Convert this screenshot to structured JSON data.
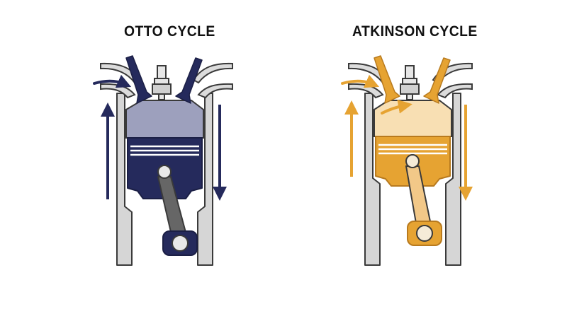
{
  "titles": {
    "left": "OTTO CYCLE",
    "right": "ATKINSON CYCLE"
  },
  "colors": {
    "otto_dark": "#252a5c",
    "otto_chamber": "#9da0bd",
    "atkinson_accent": "#e6a332",
    "atkinson_chamber": "#f8dfb3",
    "cylinder_wall": "#d6d6d6",
    "outline": "#3a3a3a"
  },
  "engines": [
    {
      "id": "otto",
      "intake_arrow": true,
      "internal_arrow": false,
      "cylinder_arrows": [
        "up",
        "down"
      ]
    },
    {
      "id": "atkinson",
      "intake_arrow": true,
      "internal_arrow": true,
      "cylinder_arrows": [
        "up",
        "down"
      ]
    }
  ]
}
